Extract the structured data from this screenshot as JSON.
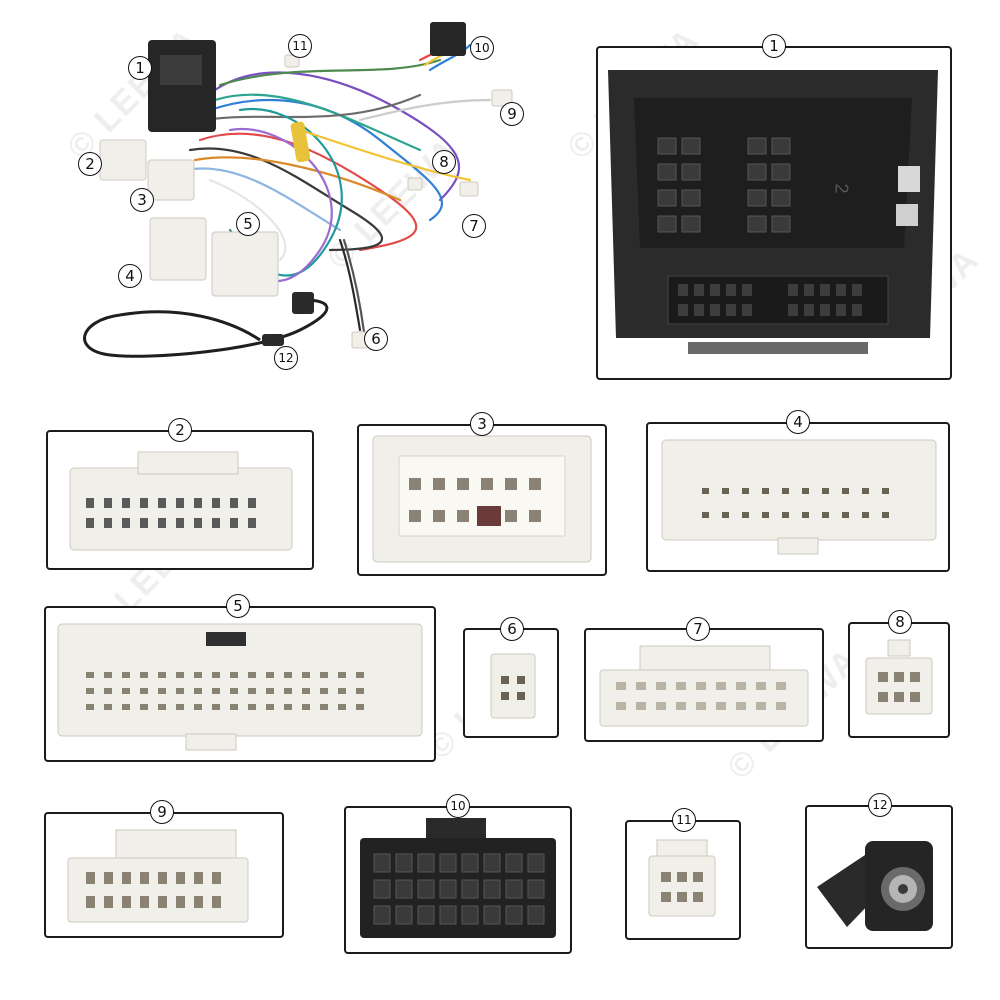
{
  "watermark": {
    "text": "LEEWA",
    "symbol": "©"
  },
  "overview_labels": [
    "1",
    "2",
    "3",
    "4",
    "5",
    "6",
    "7",
    "8",
    "9",
    "10",
    "11",
    "12"
  ],
  "panels": [
    {
      "id": "1",
      "label": "1"
    },
    {
      "id": "2",
      "label": "2"
    },
    {
      "id": "3",
      "label": "3"
    },
    {
      "id": "4",
      "label": "4"
    },
    {
      "id": "5",
      "label": "5"
    },
    {
      "id": "6",
      "label": "6"
    },
    {
      "id": "7",
      "label": "7"
    },
    {
      "id": "8",
      "label": "8"
    },
    {
      "id": "9",
      "label": "9"
    },
    {
      "id": "10",
      "label": "10"
    },
    {
      "id": "11",
      "label": "11"
    },
    {
      "id": "12",
      "label": "12"
    }
  ],
  "connector1_marking": "2",
  "colors": {
    "connector_white": "#f1efe9",
    "connector_black": "#2a2a2a",
    "frame": "#1b1b1b"
  }
}
